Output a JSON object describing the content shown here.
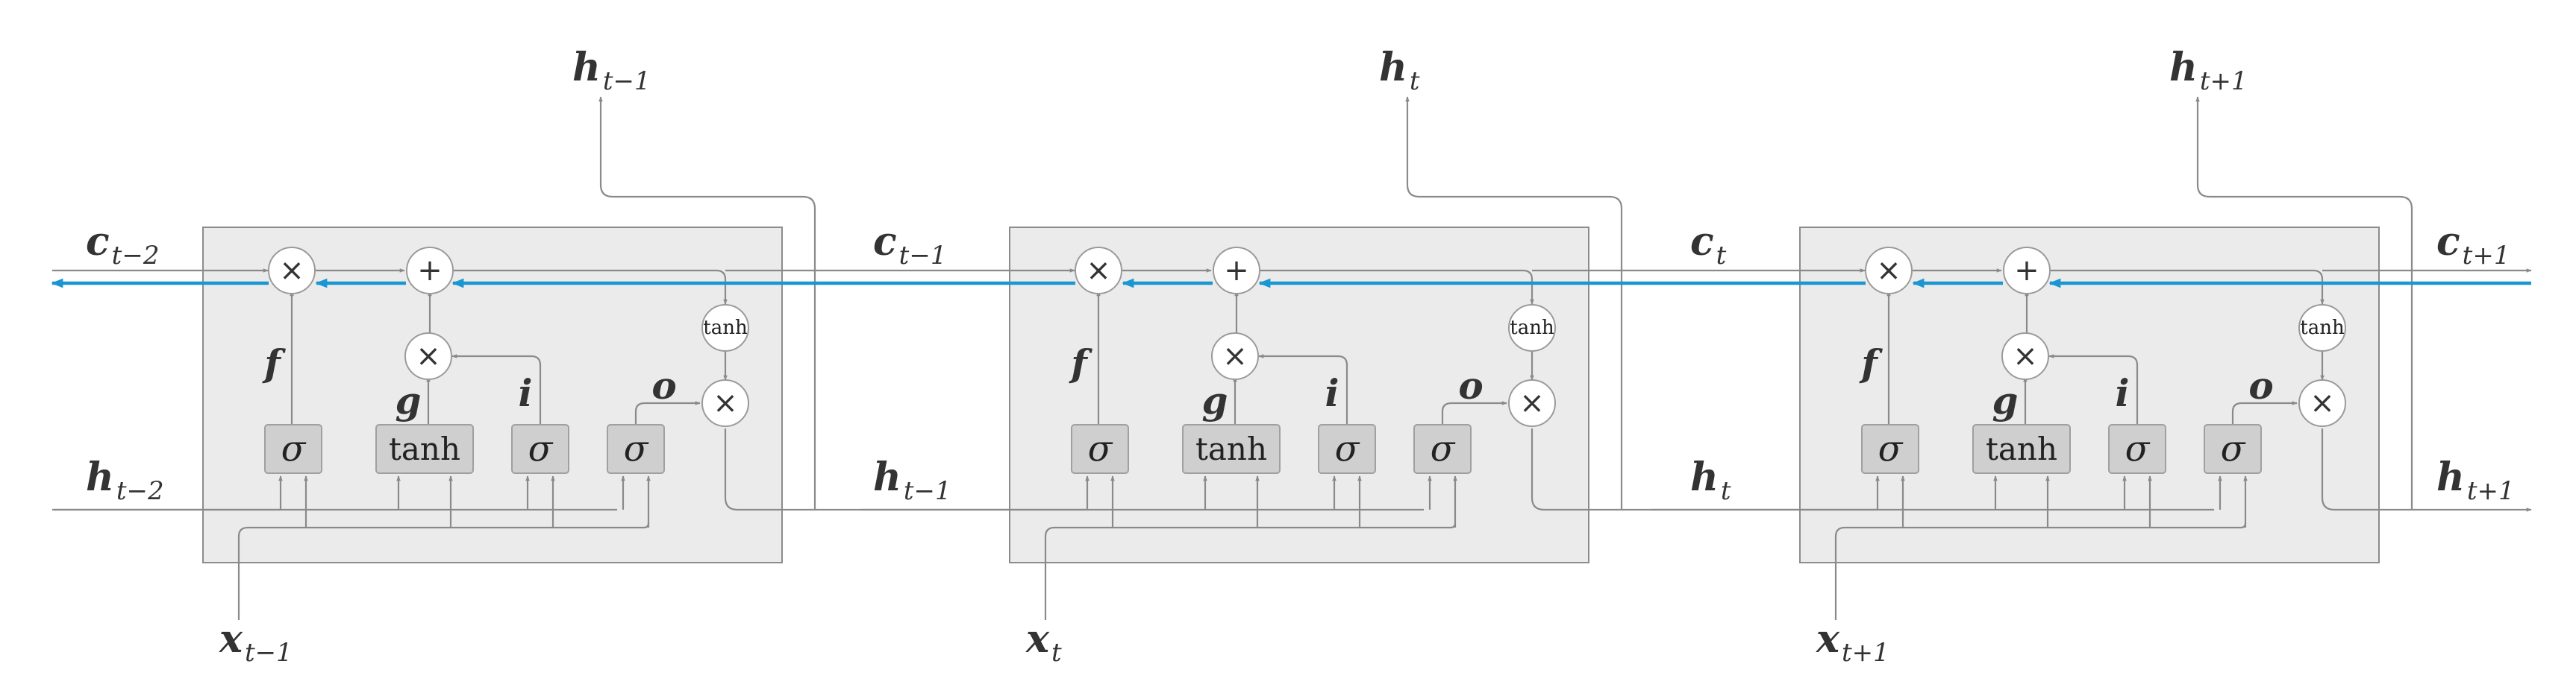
{
  "diagram": {
    "cells": [
      {
        "h_out": {
          "base": "h",
          "sub": "t−1"
        },
        "x_in": {
          "base": "x",
          "sub": "t−1"
        }
      },
      {
        "h_out": {
          "base": "h",
          "sub": "t"
        },
        "x_in": {
          "base": "x",
          "sub": "t"
        }
      },
      {
        "h_out": {
          "base": "h",
          "sub": "t+1"
        },
        "x_in": {
          "base": "x",
          "sub": "t+1"
        }
      }
    ],
    "cell_states": [
      {
        "base": "c",
        "sub": "t−2"
      },
      {
        "base": "c",
        "sub": "t−1"
      },
      {
        "base": "c",
        "sub": "t"
      },
      {
        "base": "c",
        "sub": "t+1"
      }
    ],
    "hidden_states": [
      {
        "base": "h",
        "sub": "t−2"
      },
      {
        "base": "h",
        "sub": "t−1"
      },
      {
        "base": "h",
        "sub": "t"
      },
      {
        "base": "h",
        "sub": "t+1"
      }
    ],
    "gate_labels": {
      "f": "f",
      "g": "g",
      "i": "i",
      "o": "o"
    },
    "gate_functions": {
      "sigma": "σ",
      "tanh": "tanh"
    },
    "operators": {
      "multiply": "×",
      "add": "+",
      "tanh": "tanh"
    },
    "colors": {
      "gradient_flow": "#1a96d2",
      "cell_fill": "#ebebeb",
      "gate_fill": "#cfcfcf",
      "wire": "#8a8a8a"
    }
  }
}
